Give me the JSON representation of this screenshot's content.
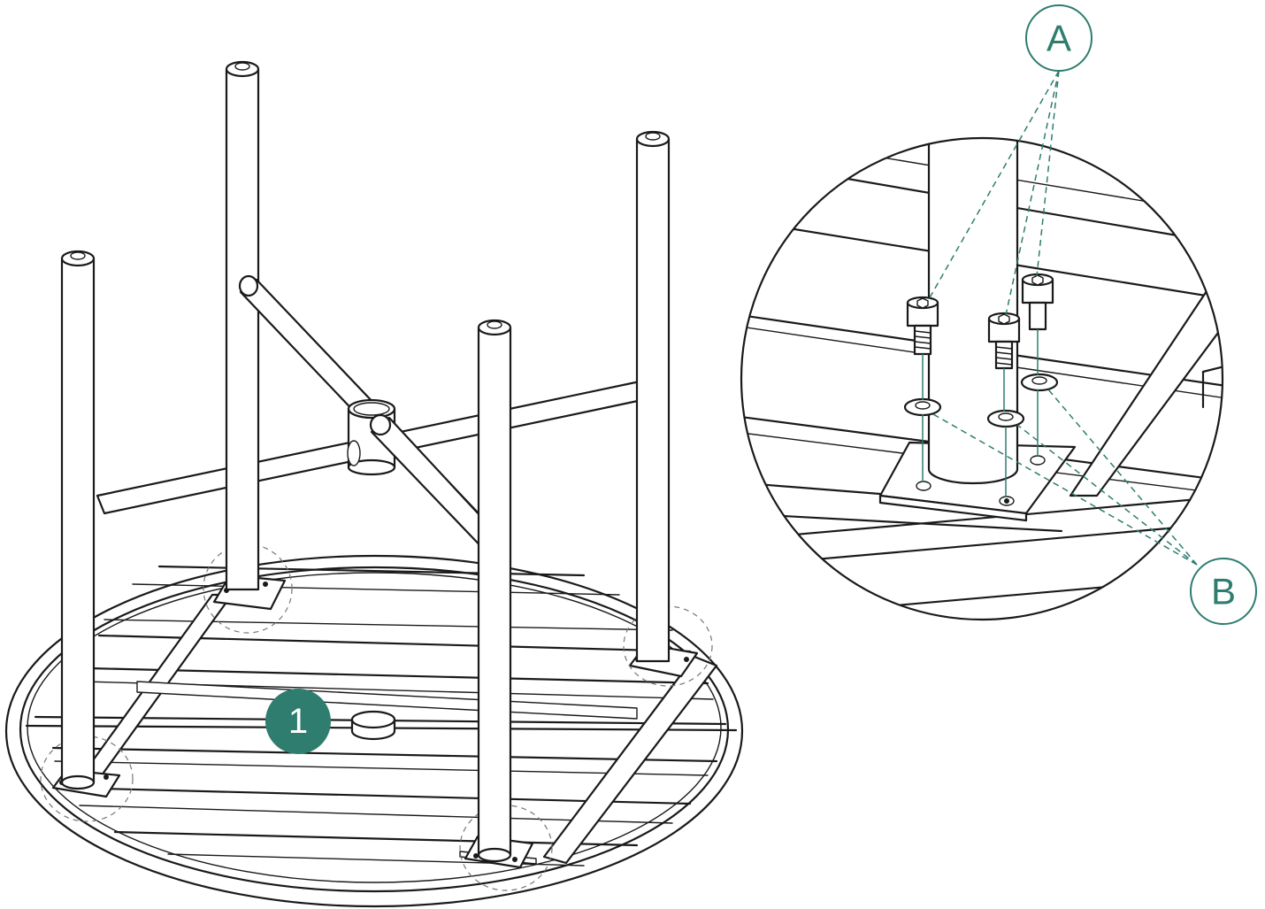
{
  "colors": {
    "accent": "#2e7d6e",
    "line": "#1a1a1a",
    "background": "#ffffff"
  },
  "step": {
    "number": "1"
  },
  "callouts": {
    "a": {
      "label": "A"
    },
    "b": {
      "label": "B"
    }
  }
}
